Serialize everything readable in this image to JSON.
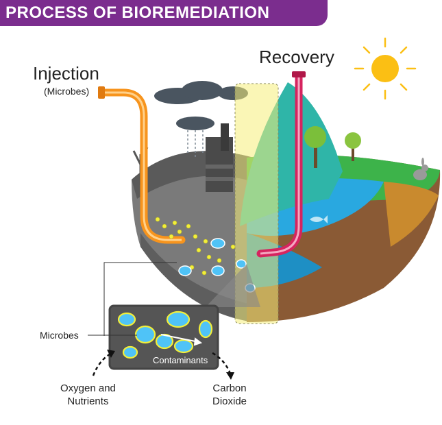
{
  "title": "PROCESS OF BIOREMEDIATION",
  "labels": {
    "injection": "Injection",
    "injection_sub": "(Microbes)",
    "recovery": "Recovery",
    "microbes": "Microbes",
    "contaminants": "Contaminants",
    "oxygen_line1": "Oxygen and",
    "oxygen_line2": "Nutrients",
    "co2_line1": "Carbon",
    "co2_line2": "Dioxide"
  },
  "colors": {
    "banner": "#7b2d8e",
    "injection_pipe": "#f7941d",
    "recovery_pipe": "#d6245f",
    "microbe": "#f2ef3a",
    "contaminant": "#4fc3f7",
    "sun": "#fbbf14",
    "zoom_box": "#555555"
  },
  "icons": [
    "sun-icon",
    "factory-icon",
    "smoke-cloud-icon",
    "rabbit-icon",
    "fish-icon",
    "tree-icon"
  ]
}
